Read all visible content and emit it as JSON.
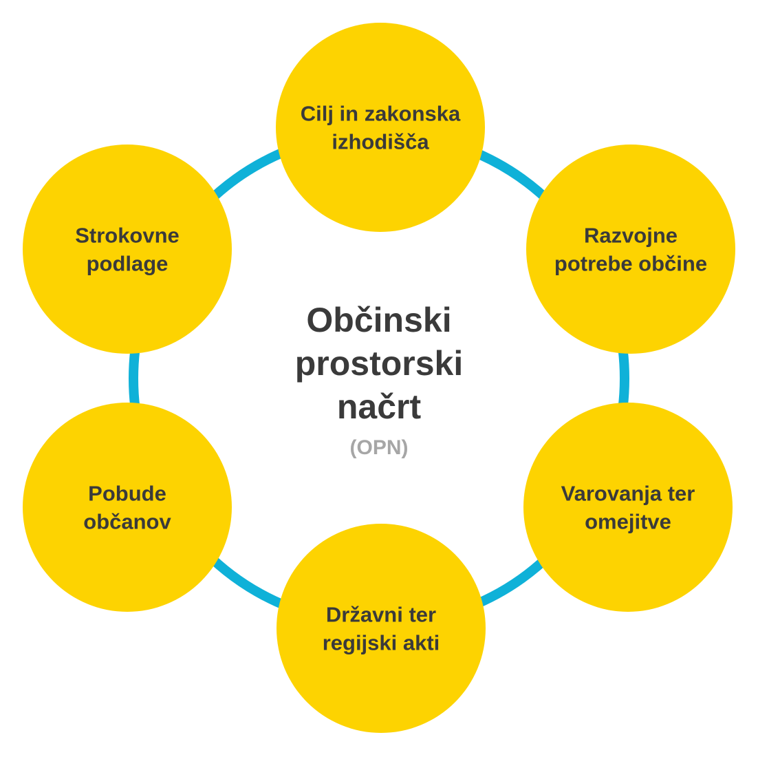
{
  "colors": {
    "ring": "#0fb1d8",
    "node_fill": "#fdd301",
    "node_text": "#3a3a3a",
    "center_text": "#3a3a3a",
    "center_sub_text": "#a6a6a6",
    "background": "#ffffff"
  },
  "center": {
    "title_lines": [
      "Občinski",
      "prostorski",
      "načrt"
    ],
    "subtitle": "(OPN)"
  },
  "nodes": [
    {
      "id": "cilj",
      "lines": [
        "Cilj in zakonska",
        "izhodišča"
      ]
    },
    {
      "id": "razvojne",
      "lines": [
        "Razvojne",
        "potrebe občine"
      ]
    },
    {
      "id": "varovanja",
      "lines": [
        "Varovanja ter",
        "omejitve"
      ]
    },
    {
      "id": "drzavni",
      "lines": [
        "Državni ter",
        "regijski akti"
      ]
    },
    {
      "id": "pobude",
      "lines": [
        "Pobude",
        "občanov"
      ]
    },
    {
      "id": "strokovne",
      "lines": [
        "Strokovne",
        "podlage"
      ]
    }
  ]
}
